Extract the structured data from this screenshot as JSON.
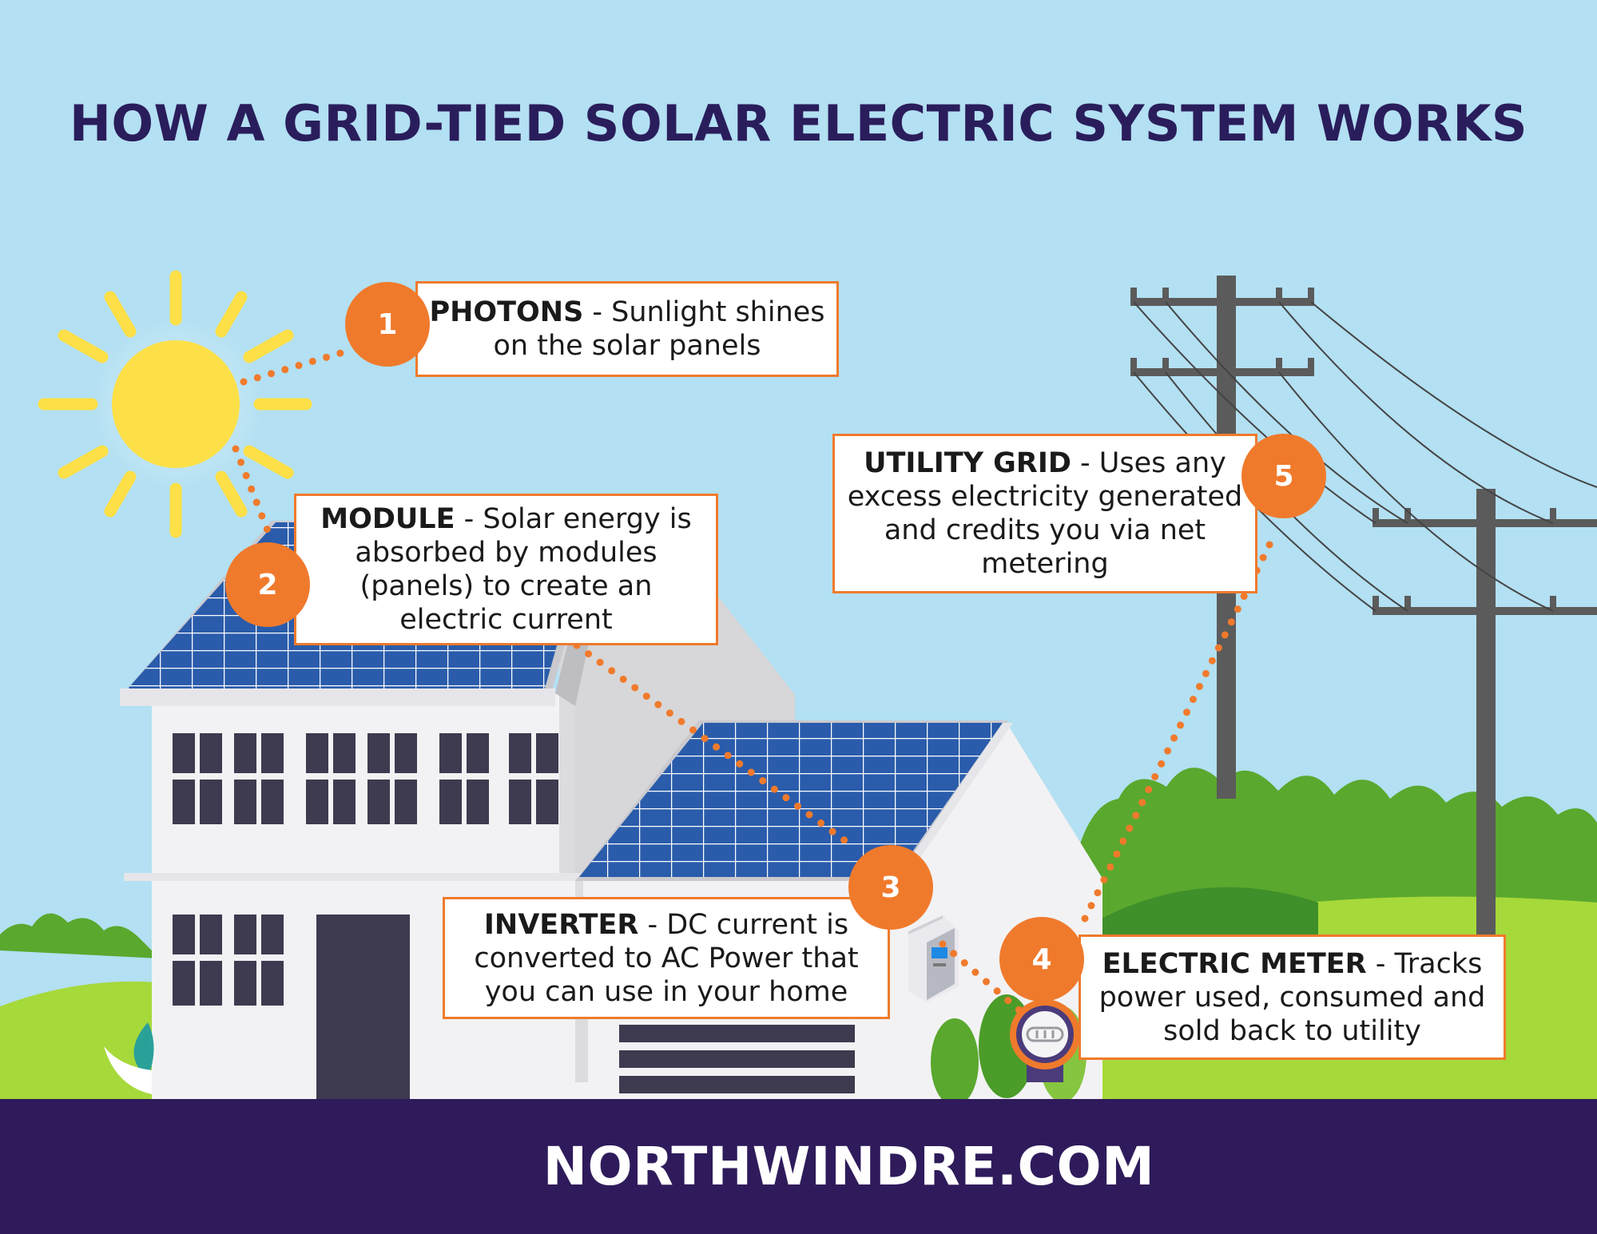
{
  "title": "HOW A GRID-TIED SOLAR ELECTRIC SYSTEM WORKS",
  "steps": [
    {
      "number": "1",
      "term": "PHOTONS",
      "desc": " - Sunlight shines on the solar panels"
    },
    {
      "number": "2",
      "term": "MODULE",
      "desc": " - Solar energy is absorbed by modules (panels) to create an electric current"
    },
    {
      "number": "3",
      "term": "INVERTER",
      "desc": " - DC current is converted to AC Power that you can use in your home"
    },
    {
      "number": "4",
      "term": "ELECTRIC METER",
      "desc": " - Tracks power used, consumed and sold back to utility"
    },
    {
      "number": "5",
      "term": "UTILITY GRID",
      "desc": " - Uses any excess electricity generated and credits you via net metering"
    }
  ],
  "footer": {
    "site": "NORTHWINDRE.COM"
  },
  "colors": {
    "sky": "#b3e0f2",
    "title": "#2a1d5c",
    "accent_orange": "#f07a2c",
    "footer_bg": "#2f1b5b",
    "sun": "#fde047",
    "panel": "#1f4e96",
    "grass": "#a6d93a"
  },
  "icons": [
    "sun-icon",
    "house-icon",
    "solar-panel-icon",
    "inverter-icon",
    "electric-meter-icon",
    "utility-pole-icon",
    "logo-icon"
  ]
}
